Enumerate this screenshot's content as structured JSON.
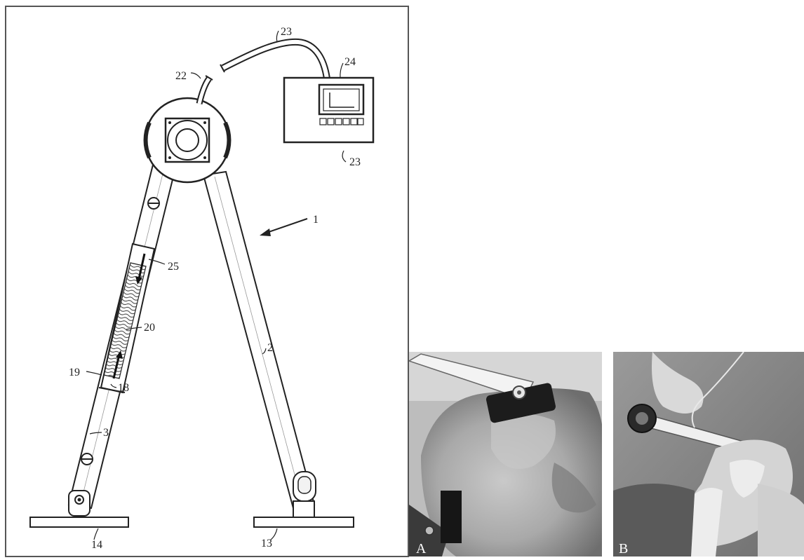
{
  "patent_drawing": {
    "labels": {
      "assembly": "1",
      "right_leg": "2",
      "left_leg": "3",
      "right_foot": "13",
      "left_foot": "14",
      "slot": "18",
      "guide": "19",
      "spring": "20",
      "connector": "22",
      "cable": "23",
      "display": "24",
      "monitor_unit": "23",
      "indicator": "25"
    }
  },
  "photos": [
    {
      "label": "A"
    },
    {
      "label": "B"
    }
  ]
}
